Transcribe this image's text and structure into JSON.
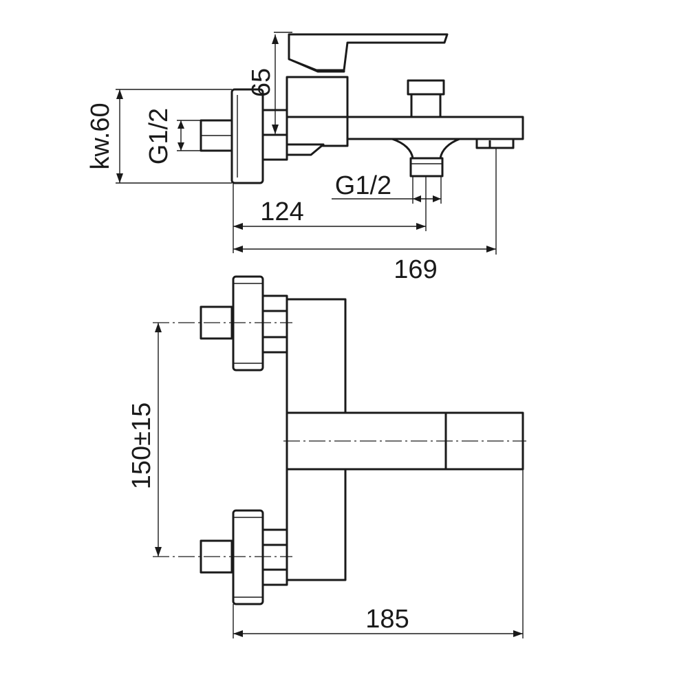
{
  "dimensions": {
    "height_65": "65",
    "wrench_size": "kw.60",
    "inlet_thread": "G1/2",
    "outlet_thread": "G1/2",
    "depth_124": "124",
    "depth_169": "169",
    "spacing": "150±15",
    "width_185": "185"
  },
  "colors": {
    "line": "#1a1a1a",
    "background": "#ffffff"
  }
}
